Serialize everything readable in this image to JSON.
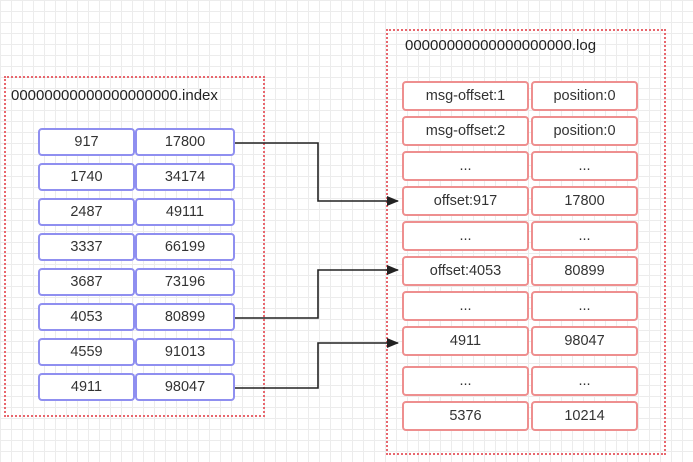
{
  "index_file": {
    "title": "00000000000000000000.index",
    "rows": [
      {
        "offset": "917",
        "position": "17800"
      },
      {
        "offset": "1740",
        "position": "34174"
      },
      {
        "offset": "2487",
        "position": "49111"
      },
      {
        "offset": "3337",
        "position": "66199"
      },
      {
        "offset": "3687",
        "position": "73196"
      },
      {
        "offset": "4053",
        "position": "80899"
      },
      {
        "offset": "4559",
        "position": "91013"
      },
      {
        "offset": "4911",
        "position": "98047"
      }
    ]
  },
  "log_file": {
    "title": "00000000000000000000.log",
    "rows": [
      {
        "left": "msg-offset:1",
        "right": "position:0"
      },
      {
        "left": "msg-offset:2",
        "right": "position:0"
      },
      {
        "left": "...",
        "right": "..."
      },
      {
        "left": "offset:917",
        "right": "17800"
      },
      {
        "left": "...",
        "right": "..."
      },
      {
        "left": "offset:4053",
        "right": "80899"
      },
      {
        "left": "...",
        "right": "..."
      },
      {
        "left": "4911",
        "right": "98047"
      },
      {
        "left": "...",
        "right": "..."
      },
      {
        "left": "5376",
        "right": "10214"
      }
    ]
  },
  "colors": {
    "index_border": "#8f8ff0",
    "log_border": "#ee8f8f",
    "group_border": "#e8676e",
    "arrow": "#222222"
  }
}
